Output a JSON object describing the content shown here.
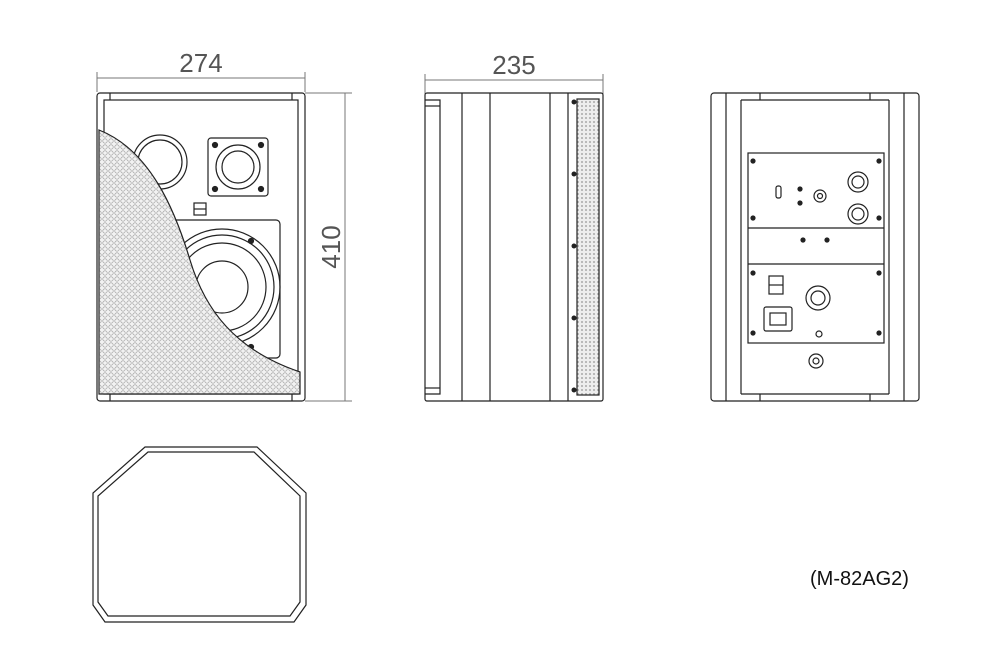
{
  "dimensions": {
    "width": "274",
    "depth": "235",
    "height": "410"
  },
  "model_label": "(M-82AG2)",
  "colors": {
    "line": "#222222",
    "dimension_line": "#777777",
    "grille": "#cccccc"
  }
}
